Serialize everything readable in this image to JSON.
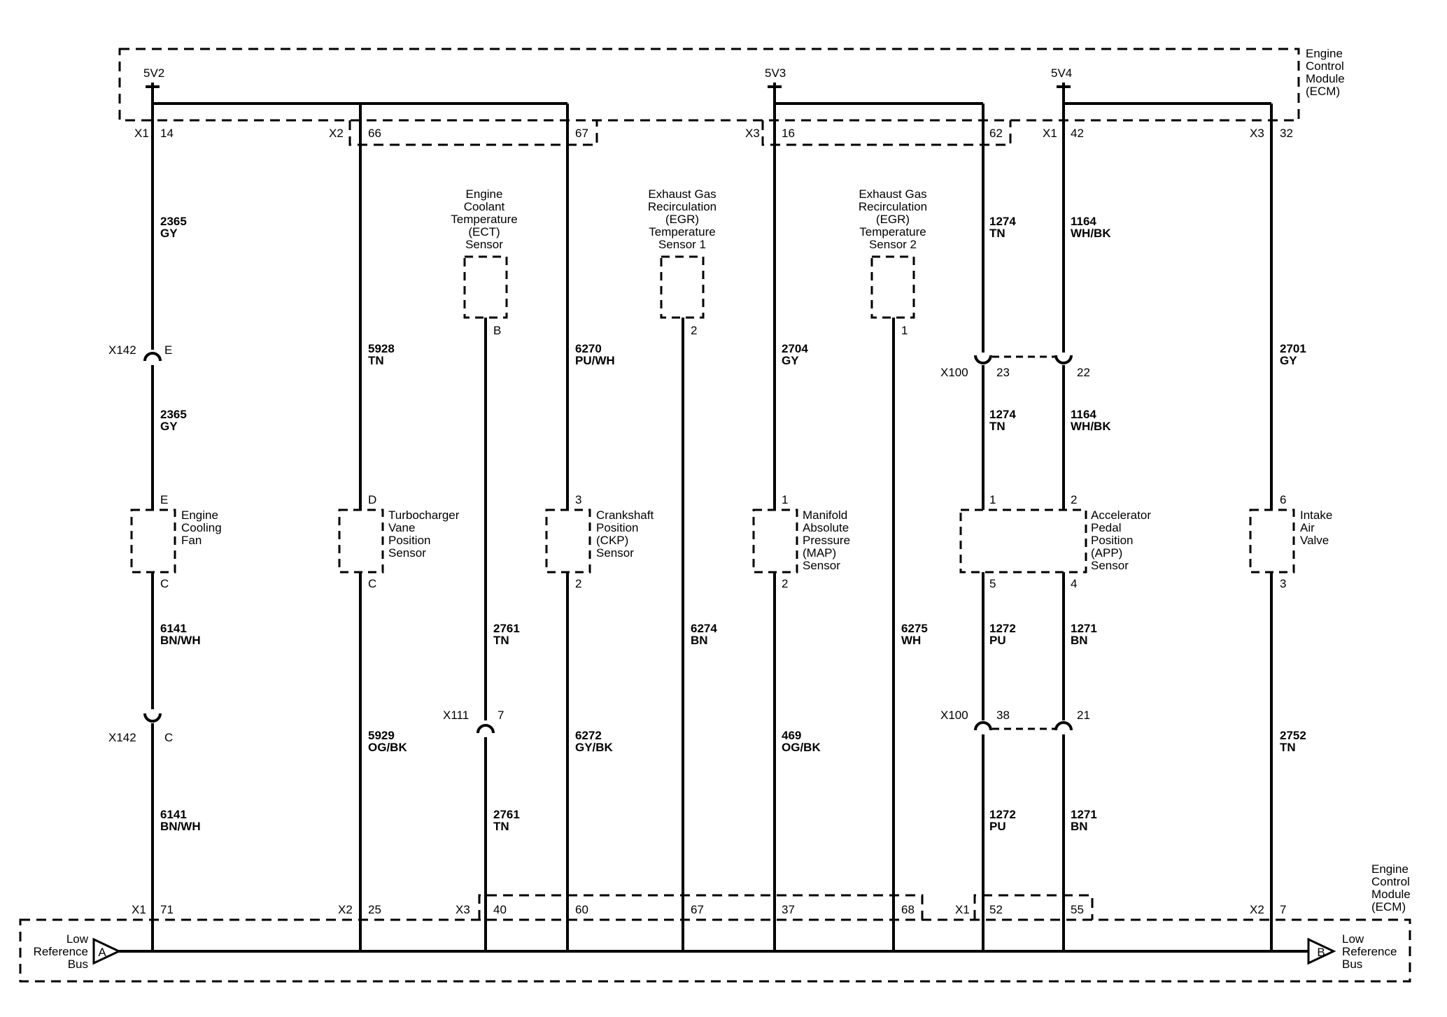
{
  "ecm_label": [
    "Engine",
    "Control",
    "Module",
    "(ECM)"
  ],
  "supplies": [
    {
      "id": "5v2",
      "label": "5V2"
    },
    {
      "id": "5v3",
      "label": "5V3"
    },
    {
      "id": "5v4",
      "label": "5V4"
    }
  ],
  "connectors_top": [
    {
      "name": "X1",
      "pin": "14"
    },
    {
      "name": "X2",
      "pin": "66"
    },
    {
      "name": "",
      "pin": "67"
    },
    {
      "name": "X3",
      "pin": "16"
    },
    {
      "name": "",
      "pin": "62"
    },
    {
      "name": "X1",
      "pin": "42"
    },
    {
      "name": "X3",
      "pin": "32"
    }
  ],
  "connectors_bottom": [
    {
      "name": "X1",
      "pin": "71"
    },
    {
      "name": "X2",
      "pin": "25"
    },
    {
      "name": "X3",
      "pin": "40"
    },
    {
      "name": "",
      "pin": "60"
    },
    {
      "name": "",
      "pin": "67"
    },
    {
      "name": "",
      "pin": "37"
    },
    {
      "name": "",
      "pin": "68"
    },
    {
      "name": "X1",
      "pin": "52"
    },
    {
      "name": "",
      "pin": "55"
    },
    {
      "name": "X2",
      "pin": "7"
    }
  ],
  "wires": [
    {
      "circuit": "2365",
      "color": "GY"
    },
    {
      "circuit": "2365",
      "color": "GY"
    },
    {
      "circuit": "6141",
      "color": "BN/WH"
    },
    {
      "circuit": "6141",
      "color": "BN/WH"
    },
    {
      "circuit": "5928",
      "color": "TN"
    },
    {
      "circuit": "5929",
      "color": "OG/BK"
    },
    {
      "circuit": "2761",
      "color": "TN"
    },
    {
      "circuit": "2761",
      "color": "TN"
    },
    {
      "circuit": "6270",
      "color": "PU/WH"
    },
    {
      "circuit": "6272",
      "color": "GY/BK"
    },
    {
      "circuit": "6274",
      "color": "BN"
    },
    {
      "circuit": "2704",
      "color": "GY"
    },
    {
      "circuit": "469",
      "color": "OG/BK"
    },
    {
      "circuit": "6275",
      "color": "WH"
    },
    {
      "circuit": "1274",
      "color": "TN"
    },
    {
      "circuit": "1274",
      "color": "TN"
    },
    {
      "circuit": "1272",
      "color": "PU"
    },
    {
      "circuit": "1272",
      "color": "PU"
    },
    {
      "circuit": "1164",
      "color": "WH/BK"
    },
    {
      "circuit": "1164",
      "color": "WH/BK"
    },
    {
      "circuit": "1271",
      "color": "BN"
    },
    {
      "circuit": "1271",
      "color": "BN"
    },
    {
      "circuit": "2701",
      "color": "GY"
    },
    {
      "circuit": "2752",
      "color": "TN"
    }
  ],
  "components": [
    {
      "id": "engine-cooling-fan",
      "lines": [
        "Engine",
        "Cooling",
        "Fan"
      ],
      "pin_top": "E",
      "pin_bottom": "C"
    },
    {
      "id": "turbocharger-vane-position-sensor",
      "lines": [
        "Turbocharger",
        "Vane",
        "Position",
        "Sensor"
      ],
      "pin_top": "D",
      "pin_bottom": "C"
    },
    {
      "id": "ect-sensor",
      "lines": [
        "Engine",
        "Coolant",
        "Temperature",
        "(ECT)",
        "Sensor"
      ],
      "pin_bottom": "B"
    },
    {
      "id": "ckp-sensor",
      "lines": [
        "Crankshaft",
        "Position",
        "(CKP)",
        "Sensor"
      ],
      "pin_top": "3",
      "pin_bottom": "2"
    },
    {
      "id": "egr-temperature-sensor-1",
      "lines": [
        "Exhaust Gas",
        "Recirculation",
        "(EGR)",
        "Temperature",
        "Sensor 1"
      ],
      "pin_bottom": "2"
    },
    {
      "id": "map-sensor",
      "lines": [
        "Manifold",
        "Absolute",
        "Pressure",
        "(MAP)",
        "Sensor"
      ],
      "pin_top": "1",
      "pin_bottom": "2"
    },
    {
      "id": "egr-temperature-sensor-2",
      "lines": [
        "Exhaust Gas",
        "Recirculation",
        "(EGR)",
        "Temperature",
        "Sensor 2"
      ],
      "pin_bottom": "1"
    },
    {
      "id": "app-sensor",
      "lines": [
        "Accelerator",
        "Pedal",
        "Position",
        "(APP)",
        "Sensor"
      ],
      "pin_top_left": "1",
      "pin_top_right": "2",
      "pin_bottom_left": "5",
      "pin_bottom_right": "4"
    },
    {
      "id": "intake-air-valve",
      "lines": [
        "Intake",
        "Air",
        "Valve"
      ],
      "pin_top": "6",
      "pin_bottom": "3"
    }
  ],
  "inline_connectors": [
    {
      "name": "X142",
      "pin": "E"
    },
    {
      "name": "X142",
      "pin": "C"
    },
    {
      "name": "X111",
      "pin": "7"
    },
    {
      "name": "X100",
      "pin": "23"
    },
    {
      "name": "",
      "pin": "22"
    },
    {
      "name": "X100",
      "pin": "38"
    },
    {
      "name": "",
      "pin": "21"
    }
  ],
  "bus": {
    "left_label": [
      "Low",
      "Reference",
      "Bus"
    ],
    "left_letter": "A",
    "right_label": [
      "Low",
      "Reference",
      "Bus"
    ],
    "right_letter": "B"
  }
}
